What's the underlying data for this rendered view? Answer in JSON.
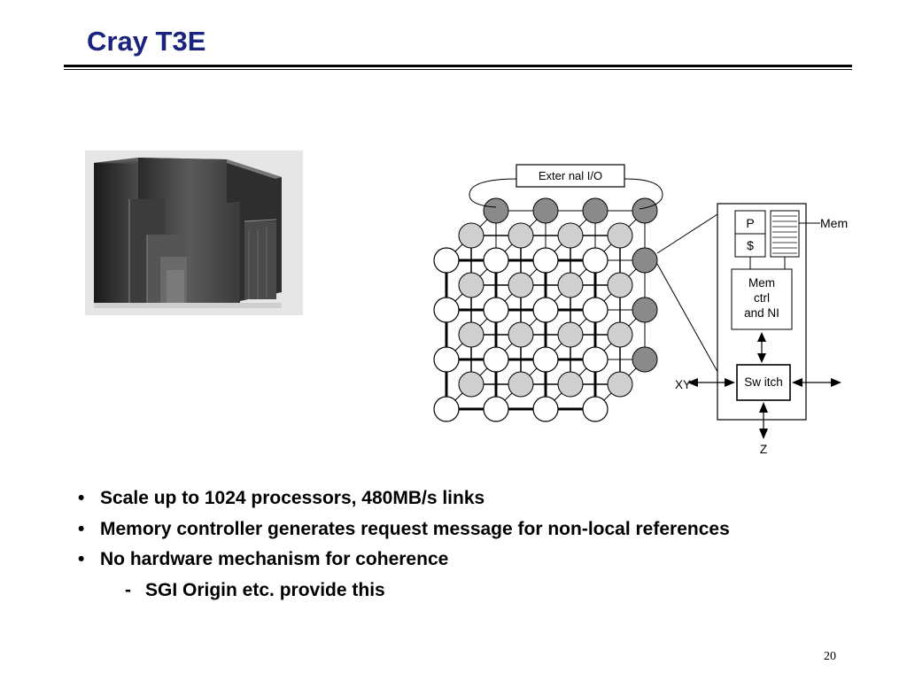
{
  "slide": {
    "title": "Cray T3E",
    "page_number": "20"
  },
  "diagram": {
    "external_io_label": "Exter nal I/O",
    "p_label": "P",
    "cache_label": "$",
    "mem_label": "Mem",
    "mem_ctrl_lines": [
      "Mem",
      "ctrl",
      "and NI"
    ],
    "switch_label": "Sw itch",
    "xy_label": "XY",
    "z_label": "Z"
  },
  "bullets": [
    {
      "text": "Scale up to 1024 processors, 480MB/s links",
      "marker": "•",
      "level": 1
    },
    {
      "text": "Memory controller generates request message for non-local references",
      "marker": "•",
      "level": 1
    },
    {
      "text": "No hardware mechanism for coherence",
      "marker": "•",
      "level": 1
    },
    {
      "text": "SGI Origin etc. provide this",
      "marker": "-",
      "level": 2
    }
  ],
  "colors": {
    "title": "#1a237e",
    "node_dark": "#8a8a8a",
    "node_mid": "#d0d0d0",
    "node_light": "#ffffff"
  }
}
